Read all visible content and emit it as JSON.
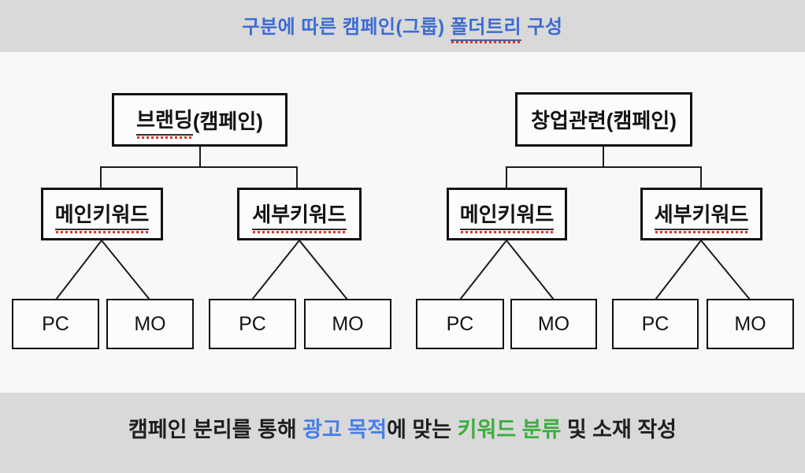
{
  "title": {
    "prefix": "구분에 따른 캠페인(그룹) ",
    "misspelled_word": "폴더트리",
    "suffix": " 구성",
    "color": "#3c6bd4"
  },
  "trees": [
    {
      "root_underlined": "브랜딩",
      "root_plain": "(캠페인)",
      "children": [
        "메인키워드",
        "세부키워드"
      ],
      "leaves": [
        "PC",
        "MO",
        "PC",
        "MO"
      ]
    },
    {
      "root_underlined": "",
      "root_plain": "창업관련(캠페인)",
      "children": [
        "메인키워드",
        "세부키워드"
      ],
      "leaves": [
        "PC",
        "MO",
        "PC",
        "MO"
      ]
    }
  ],
  "footer": {
    "seg1": "캠페인 분리를 통해 ",
    "seg2_blue": "광고 목적",
    "seg3": "에 맞는 ",
    "seg4_green": "키워드 분류",
    "seg5": " 및 소재 작성",
    "blue": "#4a7ee8",
    "green": "#3cae3c"
  },
  "colors": {
    "strip_gray": "#d9d9d9",
    "canvas": "#f8f8f8",
    "box_border": "#111111",
    "squiggle_red": "#d6392b"
  }
}
